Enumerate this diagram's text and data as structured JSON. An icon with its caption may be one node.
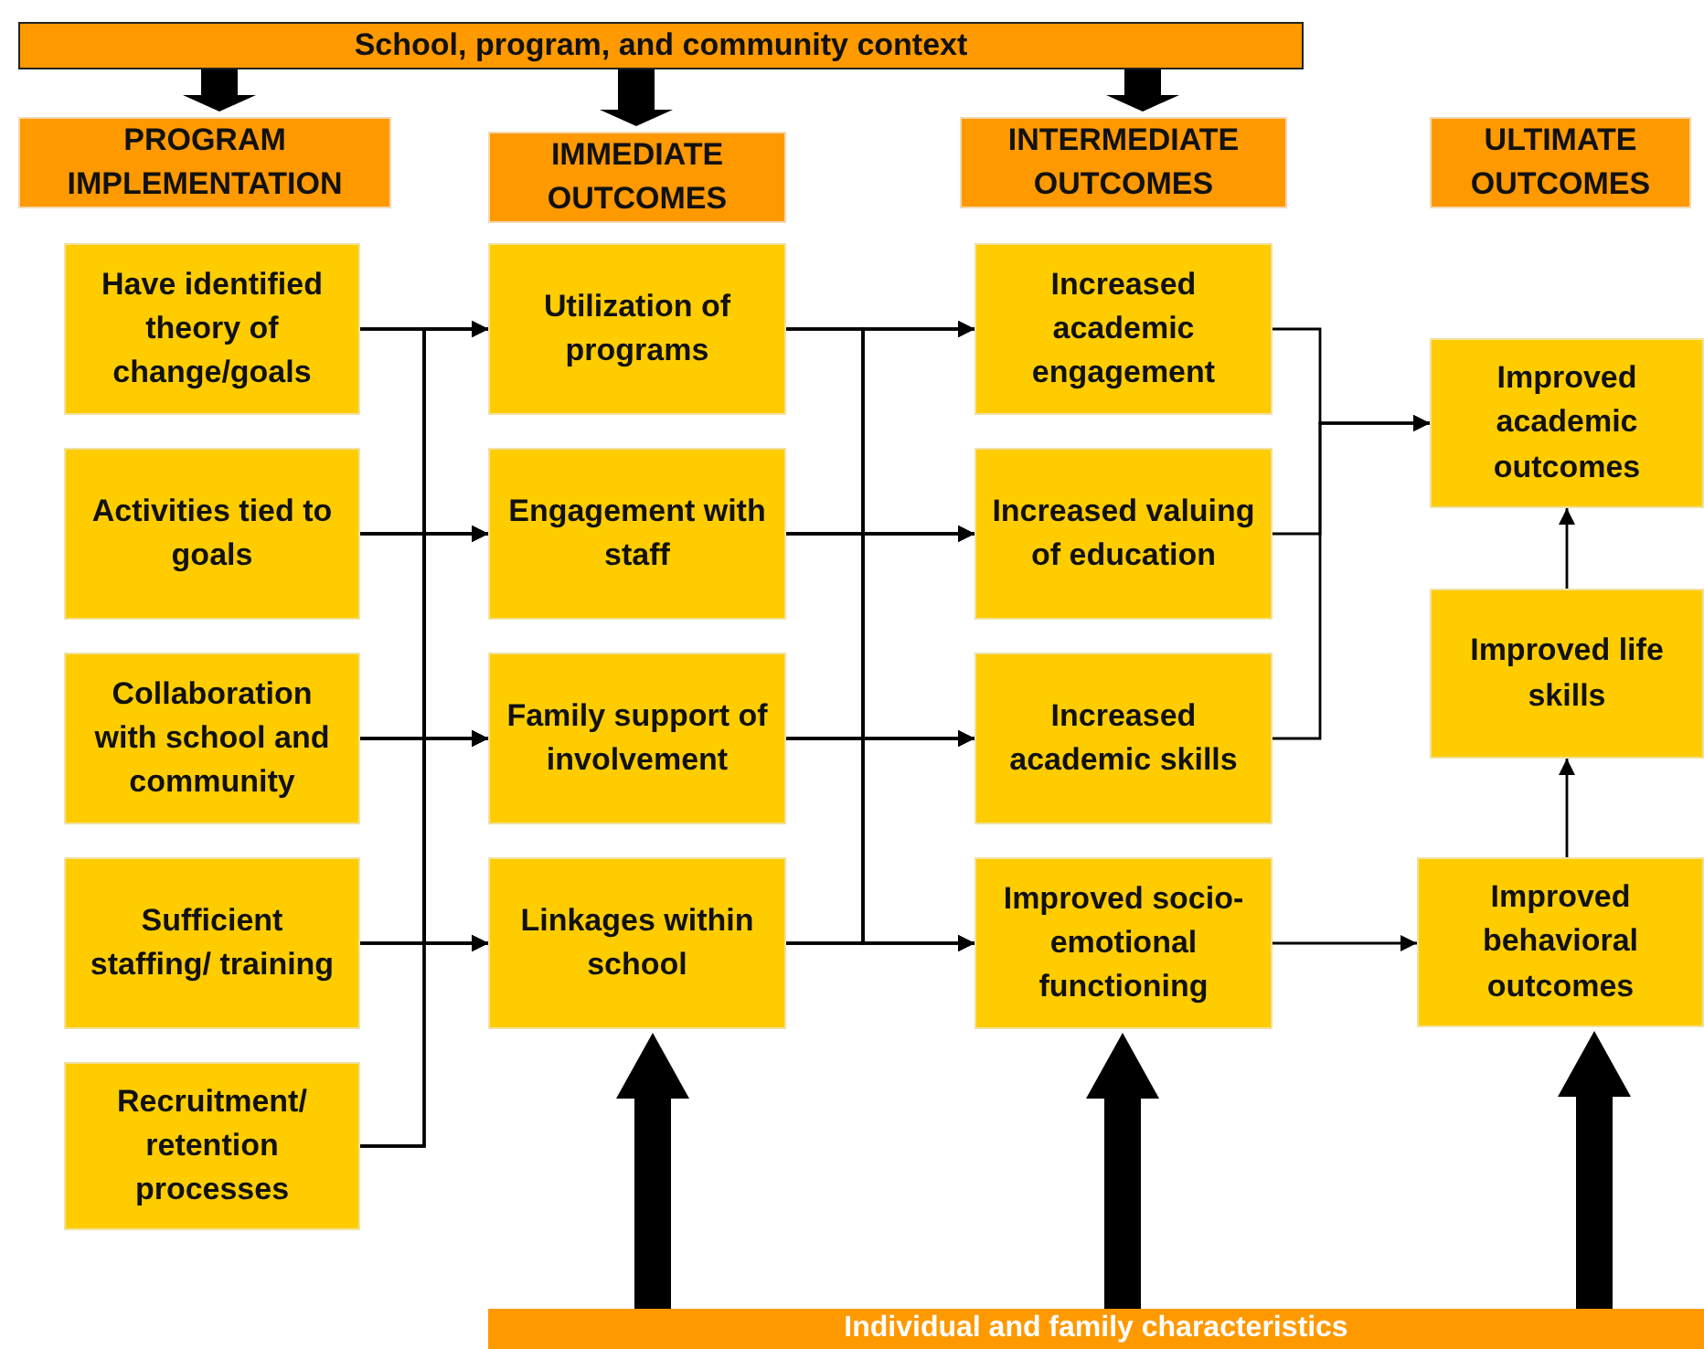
{
  "diagram": {
    "nodes": [
      {
        "text": [
          "School, program, and community context"
        ]
      },
      {
        "text": [
          "PROGRAM IMPLEMENTATION"
        ]
      },
      {
        "text": [
          "IMMEDIATE OUTCOMES"
        ]
      },
      {
        "text": [
          "INTERMEDIATE OUTCOMES"
        ]
      },
      {
        "text": [
          "ULTIMATE OUTCOMES"
        ]
      },
      {
        "text": [
          "Have identified theory of change/goals"
        ]
      },
      {
        "text": [
          "Activities tied to goals"
        ]
      },
      {
        "text": [
          "Collaboration with school and community"
        ]
      },
      {
        "text": [
          "Sufficient staffing/ training"
        ]
      },
      {
        "text": [
          "Recruitment/ retention processes"
        ]
      },
      {
        "text": [
          "Utilization of programs"
        ]
      },
      {
        "text": [
          "Engagement with staff"
        ]
      },
      {
        "text": [
          "Family support of involvement"
        ]
      },
      {
        "text": [
          "Linkages within school"
        ]
      },
      {
        "text": [
          "Increased academic engagement"
        ]
      },
      {
        "text": [
          "Increased valuing of education"
        ]
      },
      {
        "text": [
          "Increased academic skills"
        ]
      },
      {
        "text": [
          "Improved socio-emotional functioning"
        ]
      },
      {
        "text": [
          "Improved academic outcomes"
        ]
      },
      {
        "text": [
          "Improved life skills"
        ]
      },
      {
        "text": [
          "Improved behavioral outcomes"
        ]
      },
      {
        "text": [
          "Individual and family characteristics"
        ]
      }
    ],
    "edges": [
      {
        "from": 0,
        "to": 1,
        "arrow": "to",
        "style": "thick"
      },
      {
        "from": 0,
        "to": 2,
        "arrow": "to",
        "style": "thick"
      },
      {
        "from": 0,
        "to": 3,
        "arrow": "to",
        "style": "thick"
      },
      {
        "from": 5,
        "to": 10,
        "arrow": "to"
      },
      {
        "from": 5,
        "to": 11,
        "arrow": "to"
      },
      {
        "from": 5,
        "to": 12,
        "arrow": "to"
      },
      {
        "from": 5,
        "to": 13,
        "arrow": "to"
      },
      {
        "from": 6,
        "to": 10,
        "arrow": "to"
      },
      {
        "from": 6,
        "to": 11,
        "arrow": "to"
      },
      {
        "from": 6,
        "to": 12,
        "arrow": "to"
      },
      {
        "from": 6,
        "to": 13,
        "arrow": "to"
      },
      {
        "from": 7,
        "to": 10,
        "arrow": "to"
      },
      {
        "from": 7,
        "to": 11,
        "arrow": "to"
      },
      {
        "from": 7,
        "to": 12,
        "arrow": "to"
      },
      {
        "from": 7,
        "to": 13,
        "arrow": "to"
      },
      {
        "from": 8,
        "to": 10,
        "arrow": "to"
      },
      {
        "from": 8,
        "to": 11,
        "arrow": "to"
      },
      {
        "from": 8,
        "to": 12,
        "arrow": "to"
      },
      {
        "from": 8,
        "to": 13,
        "arrow": "to"
      },
      {
        "from": 9,
        "to": 10,
        "arrow": "to"
      },
      {
        "from": 9,
        "to": 11,
        "arrow": "to"
      },
      {
        "from": 9,
        "to": 12,
        "arrow": "to"
      },
      {
        "from": 9,
        "to": 13,
        "arrow": "to"
      },
      {
        "from": 10,
        "to": 14,
        "arrow": "to"
      },
      {
        "from": 10,
        "to": 15,
        "arrow": "to"
      },
      {
        "from": 10,
        "to": 16,
        "arrow": "to"
      },
      {
        "from": 10,
        "to": 17,
        "arrow": "to"
      },
      {
        "from": 11,
        "to": 14,
        "arrow": "to"
      },
      {
        "from": 11,
        "to": 15,
        "arrow": "to"
      },
      {
        "from": 11,
        "to": 16,
        "arrow": "to"
      },
      {
        "from": 11,
        "to": 17,
        "arrow": "to"
      },
      {
        "from": 12,
        "to": 14,
        "arrow": "to"
      },
      {
        "from": 12,
        "to": 15,
        "arrow": "to"
      },
      {
        "from": 12,
        "to": 16,
        "arrow": "to"
      },
      {
        "from": 12,
        "to": 17,
        "arrow": "to"
      },
      {
        "from": 13,
        "to": 14,
        "arrow": "to"
      },
      {
        "from": 13,
        "to": 15,
        "arrow": "to"
      },
      {
        "from": 13,
        "to": 16,
        "arrow": "to"
      },
      {
        "from": 13,
        "to": 17,
        "arrow": "to"
      },
      {
        "from": 14,
        "to": 18,
        "arrow": "to"
      },
      {
        "from": 15,
        "to": 18,
        "arrow": "to"
      },
      {
        "from": 16,
        "to": 18,
        "arrow": "to"
      },
      {
        "from": 17,
        "to": 20,
        "arrow": "to"
      },
      {
        "from": 20,
        "to": 19,
        "arrow": "to"
      },
      {
        "from": 19,
        "to": 18,
        "arrow": "to"
      },
      {
        "from": 21,
        "to": 13,
        "arrow": "to",
        "style": "thick"
      },
      {
        "from": 21,
        "to": 17,
        "arrow": "to",
        "style": "thick"
      },
      {
        "from": 21,
        "to": 20,
        "arrow": "to",
        "style": "thick"
      }
    ]
  }
}
